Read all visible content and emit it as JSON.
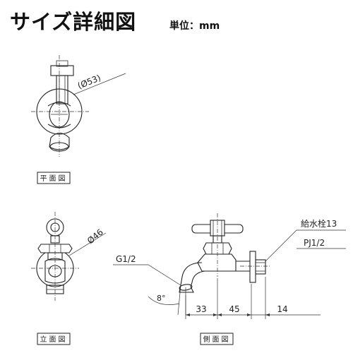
{
  "header": {
    "title": "サイズ詳細図",
    "unit_label": "単位：mm"
  },
  "plan_view": {
    "label": "平面図",
    "diameter_label": "(Ø53)"
  },
  "front_view": {
    "label": "立面図",
    "diameter_label": "Ø46"
  },
  "side_view": {
    "label": "側面図",
    "thread_label": "G1/2",
    "inlet_label": "給水栓13",
    "pipe_label": "PJ1/2",
    "angle_label": "8°",
    "dim_1": "33",
    "dim_2": "45",
    "dim_3": "14"
  }
}
